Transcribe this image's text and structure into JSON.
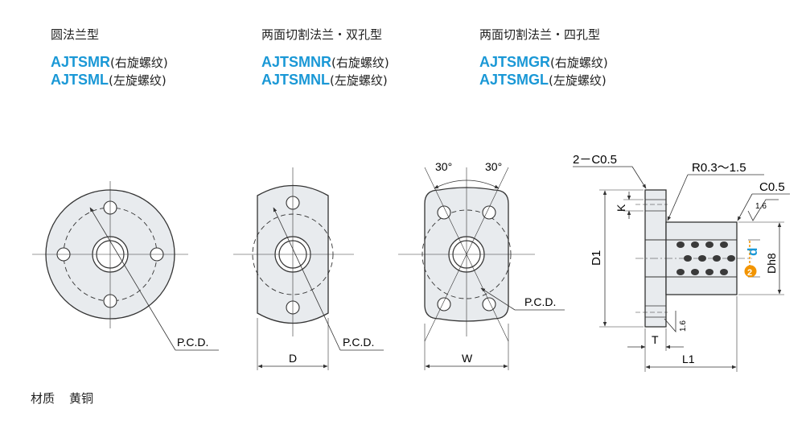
{
  "variants": [
    {
      "title": "圆法兰型",
      "models": [
        {
          "code": "AJTSMR",
          "thread": "(右旋螺纹)"
        },
        {
          "code": "AJTSML",
          "thread": "(左旋螺纹)"
        }
      ]
    },
    {
      "title": "两面切割法兰・双孔型",
      "models": [
        {
          "code": "AJTSMNR",
          "thread": "(右旋螺纹)"
        },
        {
          "code": "AJTSMNL",
          "thread": "(左旋螺纹)"
        }
      ]
    },
    {
      "title": "两面切割法兰・四孔型",
      "models": [
        {
          "code": "AJTSMGR",
          "thread": "(右旋螺纹)"
        },
        {
          "code": "AJTSMGL",
          "thread": "(左旋螺纹)"
        }
      ]
    }
  ],
  "labels": {
    "pcd": "P.C.D.",
    "d_dim": "D",
    "w_dim": "W",
    "angle_left": "30°",
    "angle_right": "30°",
    "chamfer_small": "2－C0.5",
    "radius": "R0.3〜1.5",
    "chamfer": "C0.5",
    "k": "K",
    "d1": "D1",
    "t": "T",
    "l1": "L1",
    "bore_d": "d",
    "dh8": "Dh8",
    "marker": "2",
    "roughness_top": "1.6",
    "roughness_bottom": "1.6"
  },
  "material": {
    "label": "材质",
    "value": "黄铜"
  },
  "colors": {
    "accent": "#1a98d6",
    "marker": "#f29400",
    "fill": "#e8ebee",
    "line": "#333333"
  }
}
